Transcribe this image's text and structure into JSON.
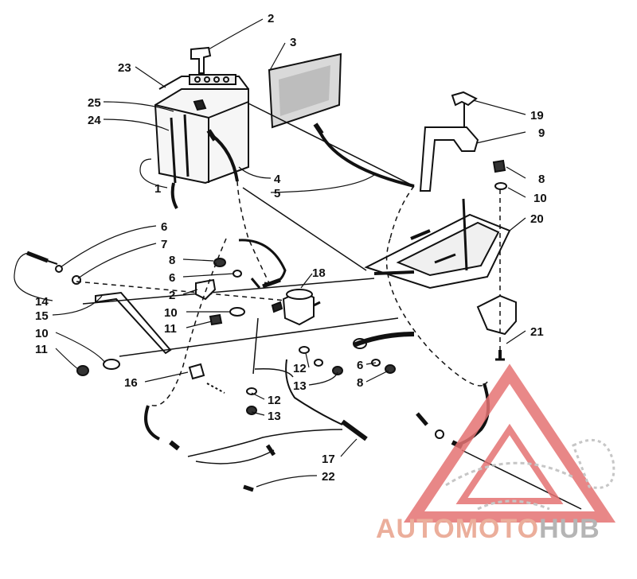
{
  "diagram": {
    "callouts": [
      {
        "label": "1"
      },
      {
        "label": "2"
      },
      {
        "label": "3"
      },
      {
        "label": "4"
      },
      {
        "label": "5"
      },
      {
        "label": "6"
      },
      {
        "label": "7"
      },
      {
        "label": "8"
      },
      {
        "label": "2"
      },
      {
        "label": "6"
      },
      {
        "label": "10"
      },
      {
        "label": "11"
      },
      {
        "label": "8"
      },
      {
        "label": "9"
      },
      {
        "label": "10"
      },
      {
        "label": "19"
      },
      {
        "label": "20"
      },
      {
        "label": "21"
      },
      {
        "label": "14"
      },
      {
        "label": "15"
      },
      {
        "label": "10"
      },
      {
        "label": "11"
      },
      {
        "label": "16"
      },
      {
        "label": "12"
      },
      {
        "label": "13"
      },
      {
        "label": "12"
      },
      {
        "label": "13"
      },
      {
        "label": "6"
      },
      {
        "label": "8"
      },
      {
        "label": "17"
      },
      {
        "label": "22"
      },
      {
        "label": "18"
      },
      {
        "label": "23"
      },
      {
        "label": "24"
      },
      {
        "label": "25"
      }
    ]
  },
  "watermark": {
    "part1": "AUTOMOTO",
    "part2": "HUB",
    "color_primary": "#e8a08a",
    "color_secondary": "#a9a9a9",
    "triangle_color": "#e57373"
  }
}
